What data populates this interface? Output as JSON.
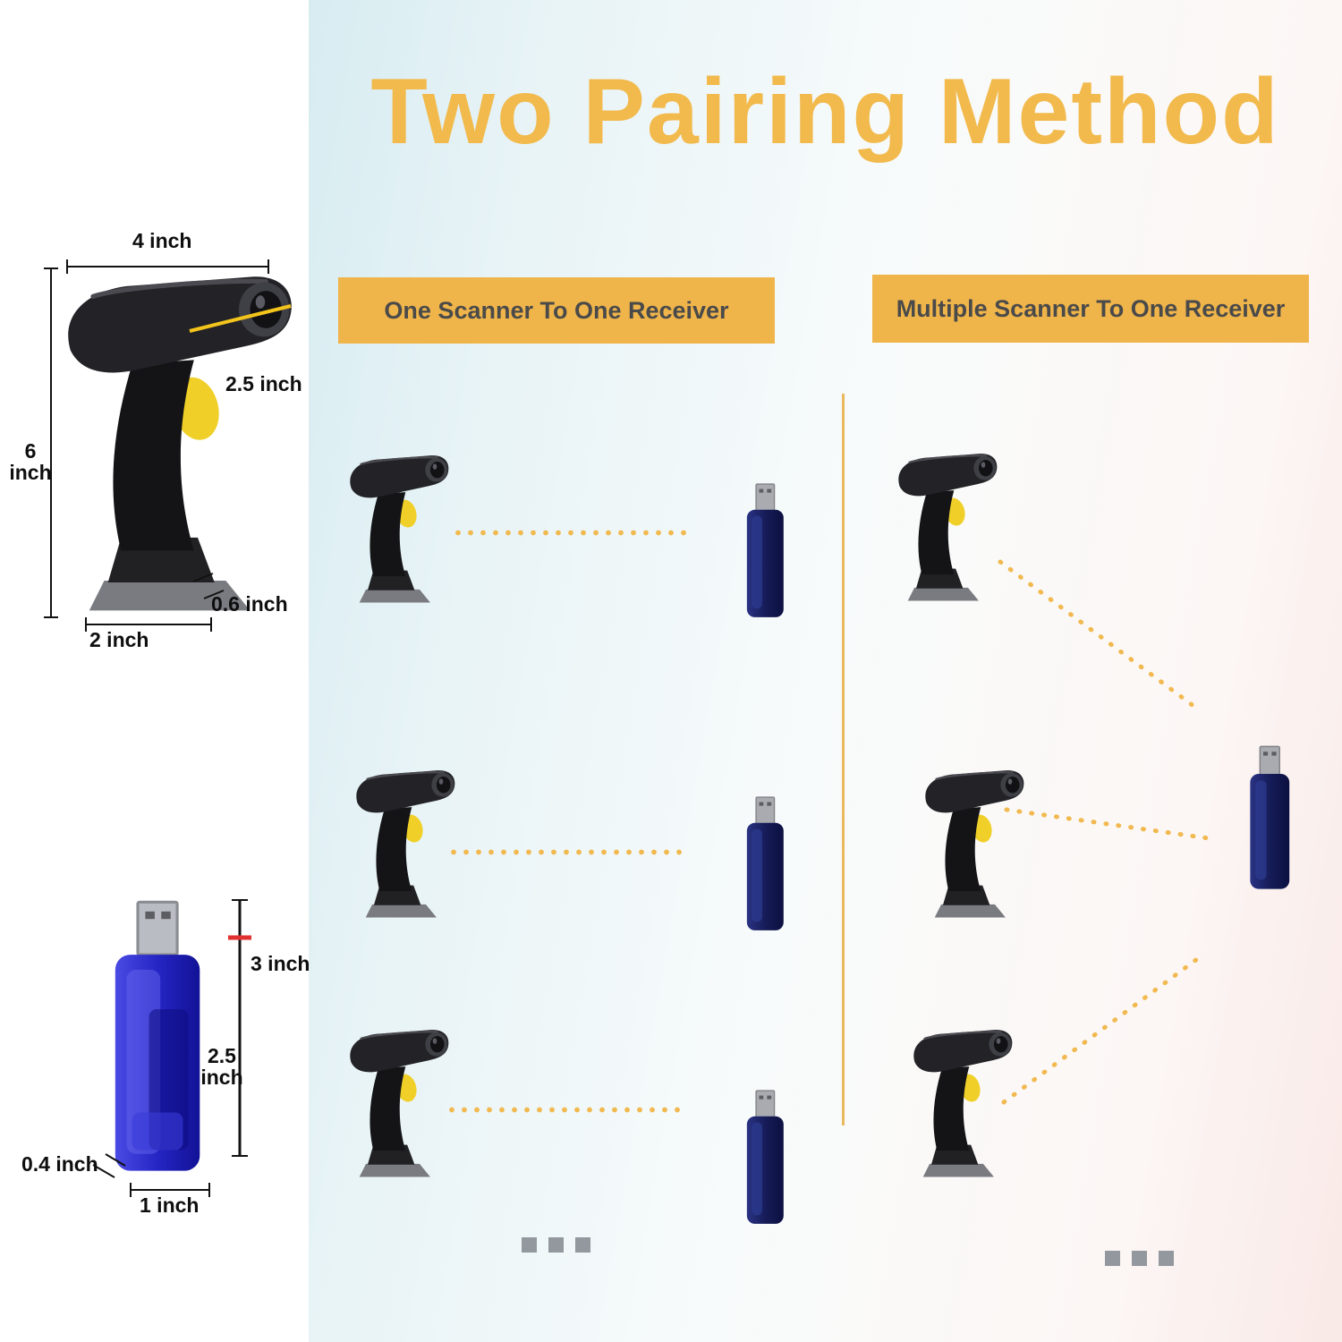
{
  "title": "Two Pairing Method",
  "columns": {
    "one_to_one": {
      "header": "One Scanner To One Receiver"
    },
    "multi_to_one": {
      "header": "Multiple Scanner To One Receiver"
    }
  },
  "scanner_dimensions": {
    "width": "4 inch",
    "head_depth": "2.5 inch",
    "height_value": "6",
    "height_unit": "inch",
    "base_depth": "0.6 inch",
    "base_width": "2 inch"
  },
  "receiver_dimensions": {
    "total_height": "3 inch",
    "body_height_value": "2.5",
    "body_height_unit": "inch",
    "depth": "0.4 inch",
    "width": "1 inch"
  },
  "colors": {
    "accent_yellow": "#F1B94F",
    "banner_background": "#F0B54A",
    "banner_text": "#4A4A4A",
    "title_text": "#F2BA4D",
    "trigger_yellow": "#F0D028",
    "receiver_blue": "#1B2370",
    "dimension_red_mark": "#E03030"
  }
}
